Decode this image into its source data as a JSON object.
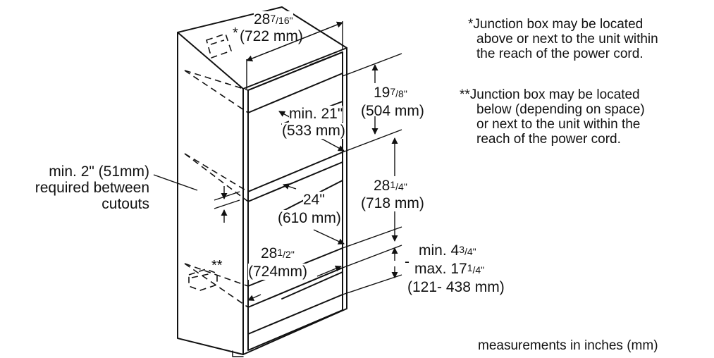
{
  "diagram": {
    "dims": {
      "width_top": {
        "whole": "28",
        "num": "7",
        "den": "16\"",
        "mm": "(722 mm)"
      },
      "top_section_height": {
        "whole": "19",
        "num": "7",
        "den": "8\"",
        "mm": "(504 mm)"
      },
      "top_depth": {
        "text": "min. 21\"",
        "mm": "(533 mm)"
      },
      "lower_section_height": {
        "whole": "28",
        "num": "1",
        "den": "4\"",
        "mm": "(718 mm)"
      },
      "lower_depth": {
        "text": "24\"",
        "mm": "(610 mm)"
      },
      "bottom_width": {
        "whole": "28",
        "num": "1",
        "den": "2\"",
        "mm": "(724mm)"
      },
      "base_height": {
        "line1": "min. 4",
        "num1": "3",
        "den1": "4\"",
        "line2": "max. 17",
        "num2": "1",
        "den2": "4\"",
        "mm": "(121- 438 mm)"
      },
      "cutout_gap": {
        "line1": "min. 2\" (51mm)",
        "line2": "required between",
        "line3": "cutouts"
      }
    },
    "marks": {
      "single_star": "*",
      "double_star": "**",
      "dash": "-"
    },
    "notes": {
      "note1_star": "*",
      "note1_line1": "Junction box may be located",
      "note1_line2": "above or next to the unit within",
      "note1_line3": "the reach of the power cord.",
      "note2_star": "**",
      "note2_line1": "Junction box may be located",
      "note2_line2": "below (depending on space)",
      "note2_line3": "or next to the unit within the",
      "note2_line4": "reach of the power cord."
    },
    "footer": "measurements in inches (mm)"
  }
}
